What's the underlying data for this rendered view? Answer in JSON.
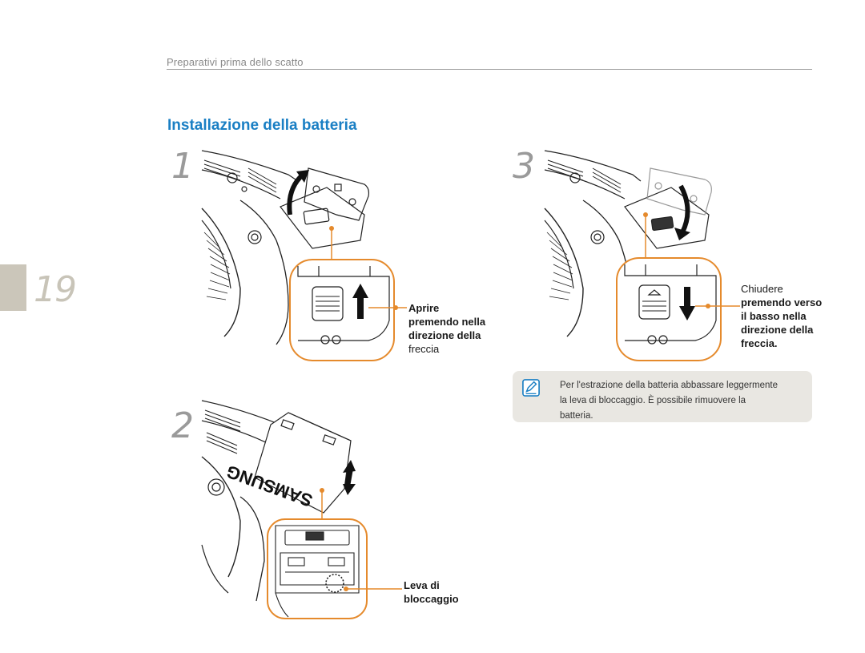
{
  "header": {
    "section": "Preparativi prima dello scatto"
  },
  "title": "Installazione della batteria",
  "page_number": "19",
  "steps": [
    {
      "number": "1",
      "callout_bold": [
        "Aprire",
        "premendo nella",
        "direzione della"
      ],
      "callout_normal": "freccia"
    },
    {
      "number": "2",
      "callout_bold": [
        "Leva di",
        "bloccaggio"
      ]
    },
    {
      "number": "3",
      "callout_normal_top": "Chiudere",
      "callout_bold": [
        "premendo verso",
        "il basso nella",
        "direzione della"
      ],
      "callout_last": "freccia."
    }
  ],
  "note": {
    "icon": "memo-pencil-icon",
    "lines": [
      "Per l'estrazione della batteria abbassare leggermente",
      "la leva di bloccaggio. È possibile rimuovere la",
      "batteria."
    ]
  },
  "brand_mark": "SAMSUNG",
  "colors": {
    "accent_blue": "#1a7fc4",
    "callout_orange": "#e58a2c",
    "page_tab": "#cbc6ba",
    "note_bg": "#e9e7e2"
  }
}
